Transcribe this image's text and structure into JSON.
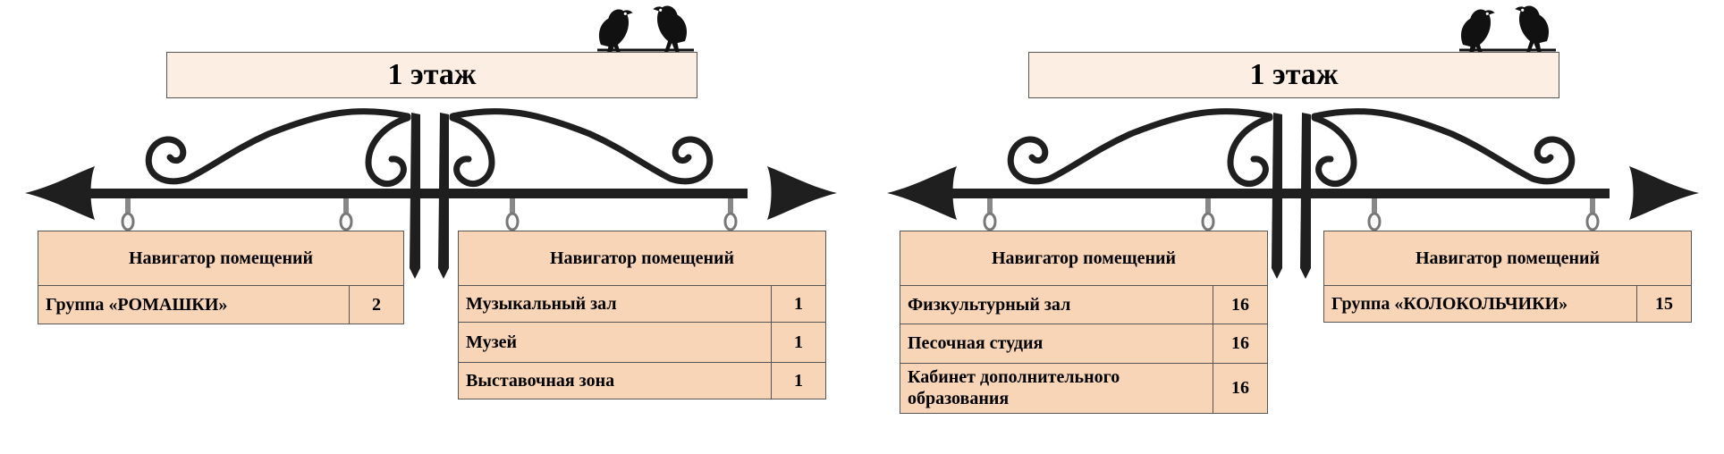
{
  "signs_groups": [
    {
      "floor_title": "1 этаж",
      "left_sign": {
        "heading": "Навигатор помещений",
        "rows": [
          {
            "name": "Группа «РОМАШКИ»",
            "number": "2"
          }
        ]
      },
      "right_sign": {
        "heading": "Навигатор помещений",
        "rows": [
          {
            "name": "Музыкальный зал",
            "number": "1"
          },
          {
            "name": "Музей",
            "number": "1"
          },
          {
            "name": "Выставочная зона",
            "number": "1"
          }
        ]
      }
    },
    {
      "floor_title": "1 этаж",
      "left_sign": {
        "heading": "Навигатор помещений",
        "rows": [
          {
            "name": "Физкультурный зал",
            "number": "16"
          },
          {
            "name": "Песочная студия",
            "number": "16"
          },
          {
            "name": "Кабинет дополнительного образования",
            "number": "16"
          }
        ]
      },
      "right_sign": {
        "heading": "Навигатор помещений",
        "rows": [
          {
            "name": "Группа «КОЛОКОЛЬЧИКИ»",
            "number": "15"
          }
        ]
      }
    }
  ],
  "colors": {
    "board_fill": "#fdeee3",
    "sign_fill": "#f9d5b7",
    "iron": "#1f1f1f"
  },
  "decorations": [
    "bird-silhouette-icon",
    "wrought-iron-bracket"
  ]
}
